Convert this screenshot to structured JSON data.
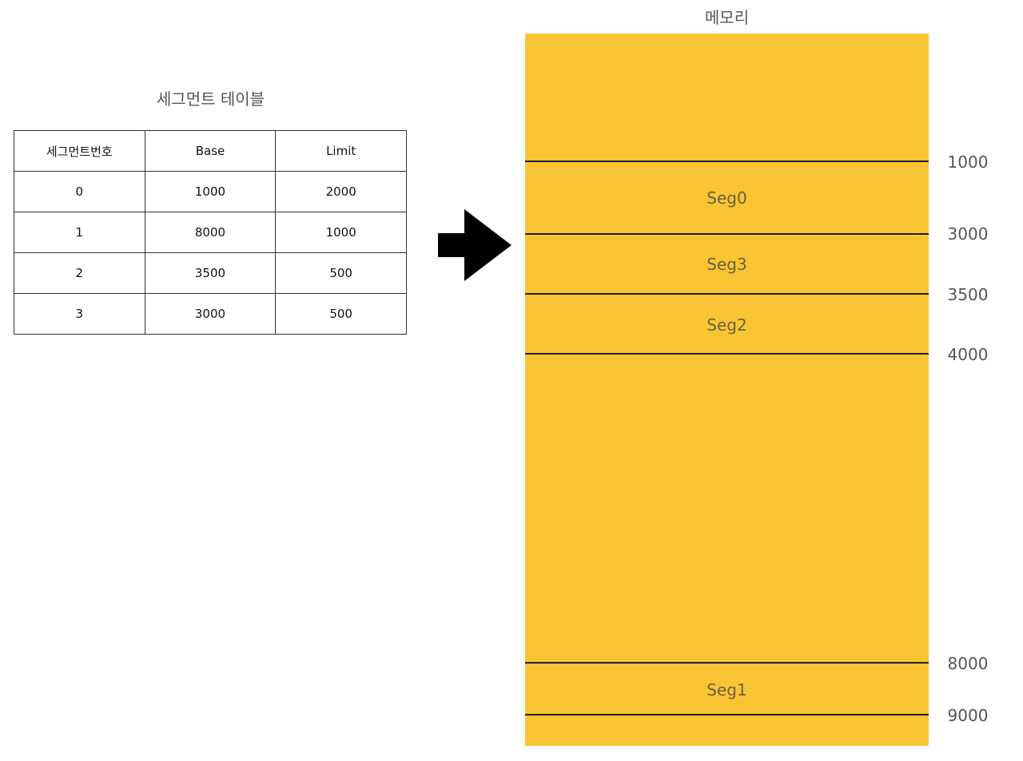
{
  "table": {
    "title": "세그먼트 테이블",
    "headers": [
      "세그먼트번호",
      "Base",
      "Limit"
    ],
    "rows": [
      [
        "0",
        "1000",
        "2000"
      ],
      [
        "1",
        "8000",
        "1000"
      ],
      [
        "2",
        "3500",
        "500"
      ],
      [
        "3",
        "3000",
        "500"
      ]
    ]
  },
  "arrow": {
    "icon": "right-arrow-icon",
    "color": "#000000"
  },
  "memory": {
    "title": "메모리",
    "color": "#f9c433",
    "segments": [
      {
        "label": "Seg0",
        "start": 1000,
        "end": 3000
      },
      {
        "label": "Seg3",
        "start": 3000,
        "end": 3500
      },
      {
        "label": "Seg2",
        "start": 3500,
        "end": 4000
      },
      {
        "label": "Seg1",
        "start": 8000,
        "end": 9000
      }
    ],
    "addresses": [
      "1000",
      "3000",
      "3500",
      "4000",
      "8000",
      "9000"
    ]
  }
}
